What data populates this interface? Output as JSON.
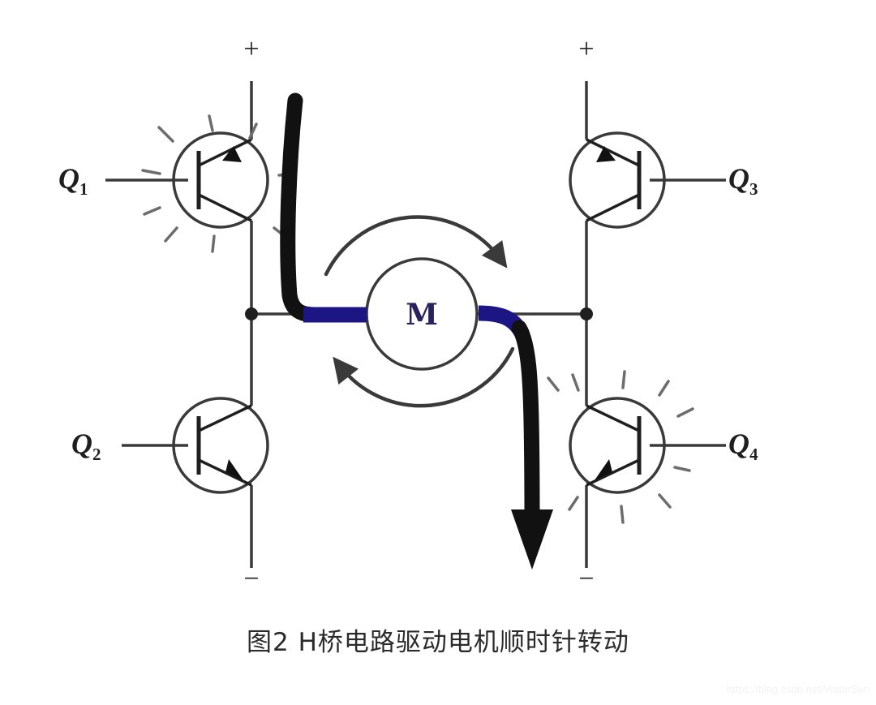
{
  "figure": {
    "caption": "图2 H桥电路驱动电机顺时针转动",
    "watermark": "https://blog.csdn.net/ViatorSun",
    "type": "h-bridge-motor-driver-schematic"
  },
  "terminals": {
    "left_positive": "+",
    "left_negative": "−",
    "right_positive": "+",
    "right_negative": "−"
  },
  "transistors": [
    {
      "id": "Q1",
      "label": "Q",
      "subscript": "1",
      "position": "top-left",
      "state": "on",
      "orientation": "base-left"
    },
    {
      "id": "Q2",
      "label": "Q",
      "subscript": "2",
      "position": "bottom-left",
      "state": "off",
      "orientation": "base-left"
    },
    {
      "id": "Q3",
      "label": "Q",
      "subscript": "3",
      "position": "top-right",
      "state": "off",
      "orientation": "base-right"
    },
    {
      "id": "Q4",
      "label": "Q",
      "subscript": "4",
      "position": "bottom-right",
      "state": "on",
      "orientation": "base-right"
    }
  ],
  "motor": {
    "symbol": "M",
    "rotation": "clockwise"
  },
  "current_path": {
    "description": "current flows from left rail through Q1 into motor and out through Q4 to the right negative rail",
    "highlight_color": "#141414",
    "accent_color": "#1b1683"
  },
  "colors": {
    "wire": "#3a3a3a",
    "ink": "#1f1f1f",
    "motor_text": "#2a2260",
    "current_black": "#111111",
    "current_blue": "#1b1683",
    "background": "#ffffff",
    "caption": "#2b2b2b",
    "watermark": "#f2f2f2"
  }
}
